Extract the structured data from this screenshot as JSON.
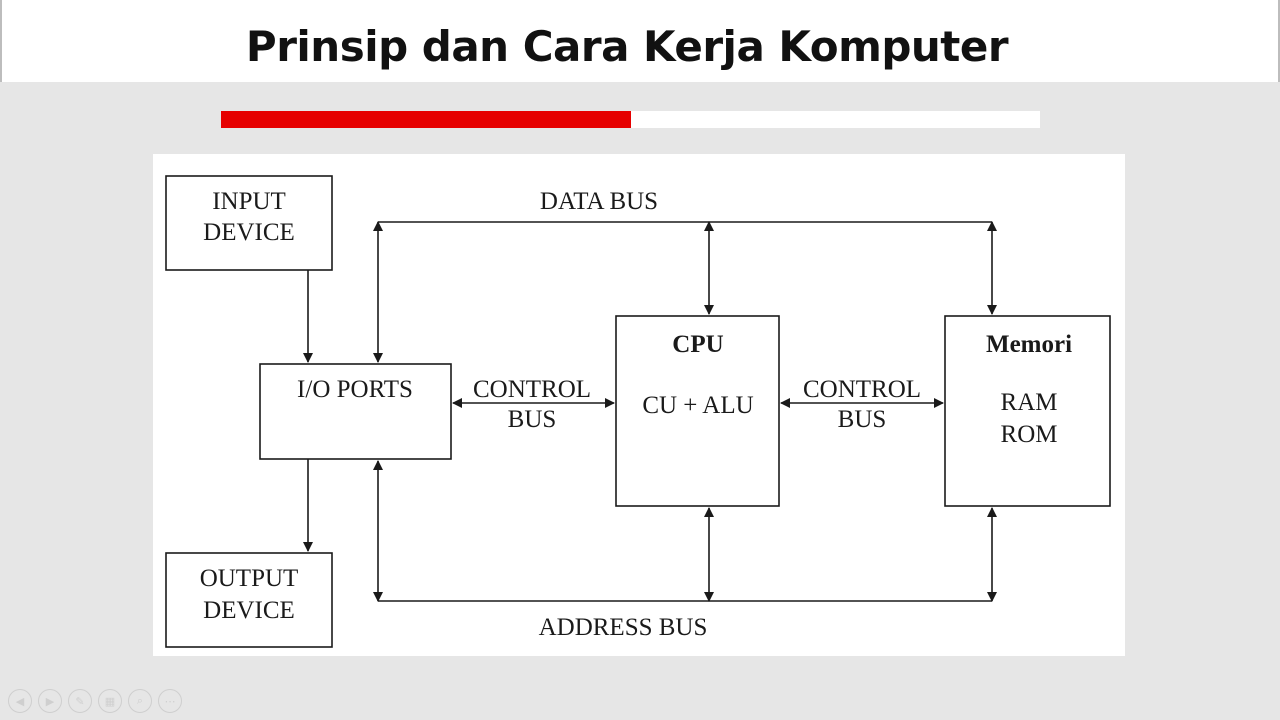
{
  "slide": {
    "title": "Prinsip dan Cara Kerja Komputer",
    "progress_fraction": 0.5,
    "colors": {
      "accent": "#e60000",
      "panel": "#ffffff",
      "background": "#e6e6e6"
    }
  },
  "diagram": {
    "input_device": {
      "line1": "INPUT",
      "line2": "DEVICE"
    },
    "output_device": {
      "line1": "OUTPUT",
      "line2": "DEVICE"
    },
    "io_ports": {
      "label": "I/O PORTS"
    },
    "cpu": {
      "title": "CPU",
      "sub": "CU + ALU"
    },
    "memory": {
      "title": "Memori",
      "line1": "RAM",
      "line2": "ROM"
    },
    "data_bus": "DATA BUS",
    "address_bus": "ADDRESS BUS",
    "control_bus_left": {
      "line1": "CONTROL",
      "line2": "BUS"
    },
    "control_bus_right": {
      "line1": "CONTROL",
      "line2": "BUS"
    }
  },
  "player_controls": [
    {
      "name": "previous-icon",
      "glyph": "◀"
    },
    {
      "name": "next-icon",
      "glyph": "▶"
    },
    {
      "name": "pen-icon",
      "glyph": "✎"
    },
    {
      "name": "slides-grid-icon",
      "glyph": "▦"
    },
    {
      "name": "zoom-icon",
      "glyph": "⌕"
    },
    {
      "name": "more-icon",
      "glyph": "⋯"
    }
  ]
}
